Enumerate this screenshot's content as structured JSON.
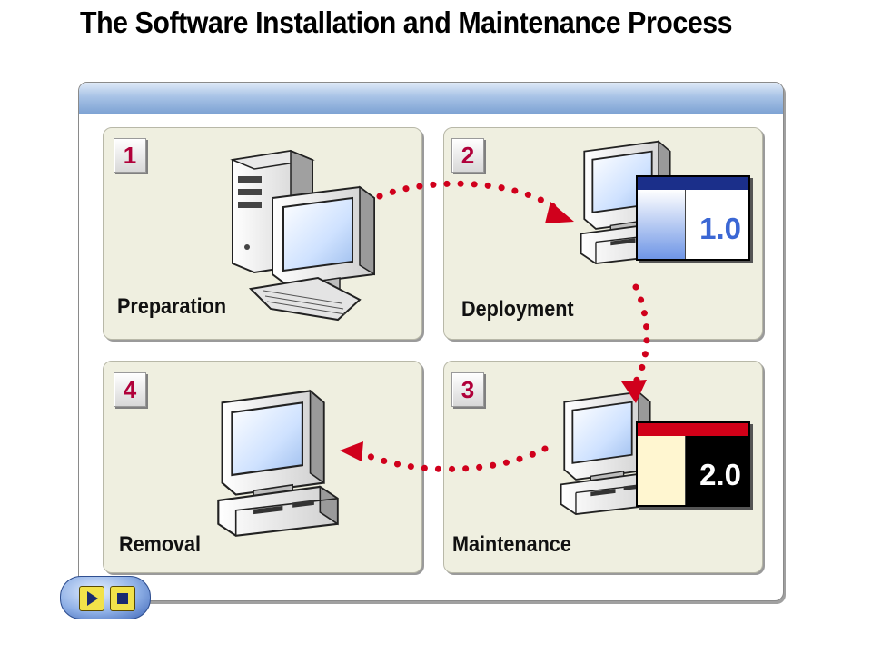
{
  "title": "The Software Installation and Maintenance Process",
  "steps": [
    {
      "number": "1",
      "label": "Preparation"
    },
    {
      "number": "2",
      "label": "Deployment"
    },
    {
      "number": "3",
      "label": "Maintenance"
    },
    {
      "number": "4",
      "label": "Removal"
    }
  ],
  "versions": {
    "deploy": "1.0",
    "maintenance": "2.0"
  },
  "colors": {
    "badge_number": "#b0003a",
    "arrow": "#d0001c",
    "panel": "#efefe0",
    "version1_bar": "#1b2f8a",
    "version1_side": "#6f96e6",
    "version1_main": "#ffffff",
    "version1_text": "#3b67d4",
    "version2_bar": "#d10018",
    "version2_side": "#fff6d0",
    "version2_main": "#000000",
    "version2_text": "#ffffff"
  },
  "icons": {
    "computer": "desktop-computer-icon",
    "nav_forward": "play-icon",
    "nav_stop": "stop-icon"
  }
}
